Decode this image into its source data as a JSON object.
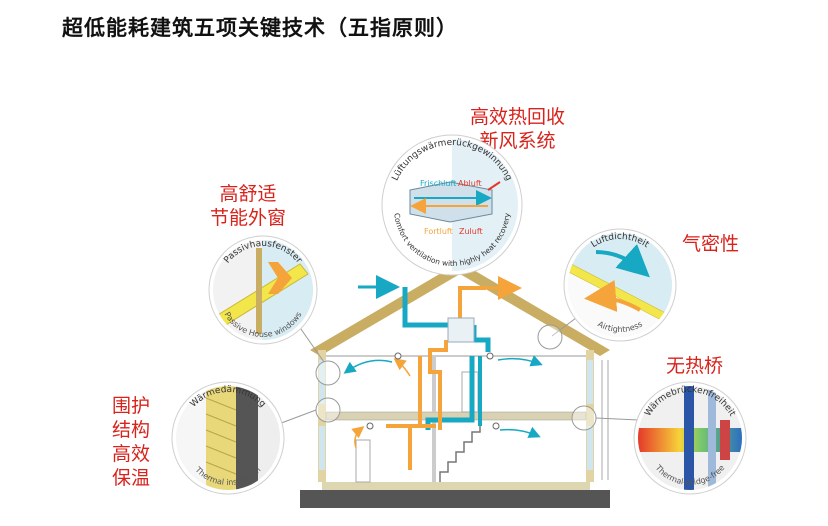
{
  "title": "超低能耗建筑五项关键技术（五指原则）",
  "labels": {
    "ventilation": [
      "高效热回收",
      "新风系统"
    ],
    "windows": [
      "高舒适",
      "节能外窗"
    ],
    "airtight": "气密性",
    "thermal_bridge": "无热桥",
    "insulation": [
      "围护",
      "结构",
      "高效",
      "保温"
    ]
  },
  "circles": {
    "ventilation": {
      "top_text": "Lüftungswärmerückgewinnung",
      "bottom_text": "Comfort ventilation with highly heat recovery",
      "frischluft": "Frischluft",
      "abluft": "Abluft",
      "fortluft": "Fortluft",
      "zuluft": "Zuluft"
    },
    "windows": {
      "top_text": "Passivhausfenster",
      "bottom_text": "Passive House windows"
    },
    "airtight": {
      "top_text": "Luftdichtheit",
      "bottom_text": "Airtightness"
    },
    "insulation": {
      "top_text": "Wärmedämmung",
      "bottom_text": "Thermal insulation"
    },
    "thermal_bridge": {
      "top_text": "Wärmebrückenfreiheit",
      "bottom_text": "Thermal-bridge-free"
    }
  },
  "colors": {
    "accent_red": "#d8231c",
    "duct_cyan": "#17a8c4",
    "duct_orange": "#f4a43a",
    "wall_tan": "#c9ad62",
    "insulation_yellow": "#f2e64a"
  }
}
